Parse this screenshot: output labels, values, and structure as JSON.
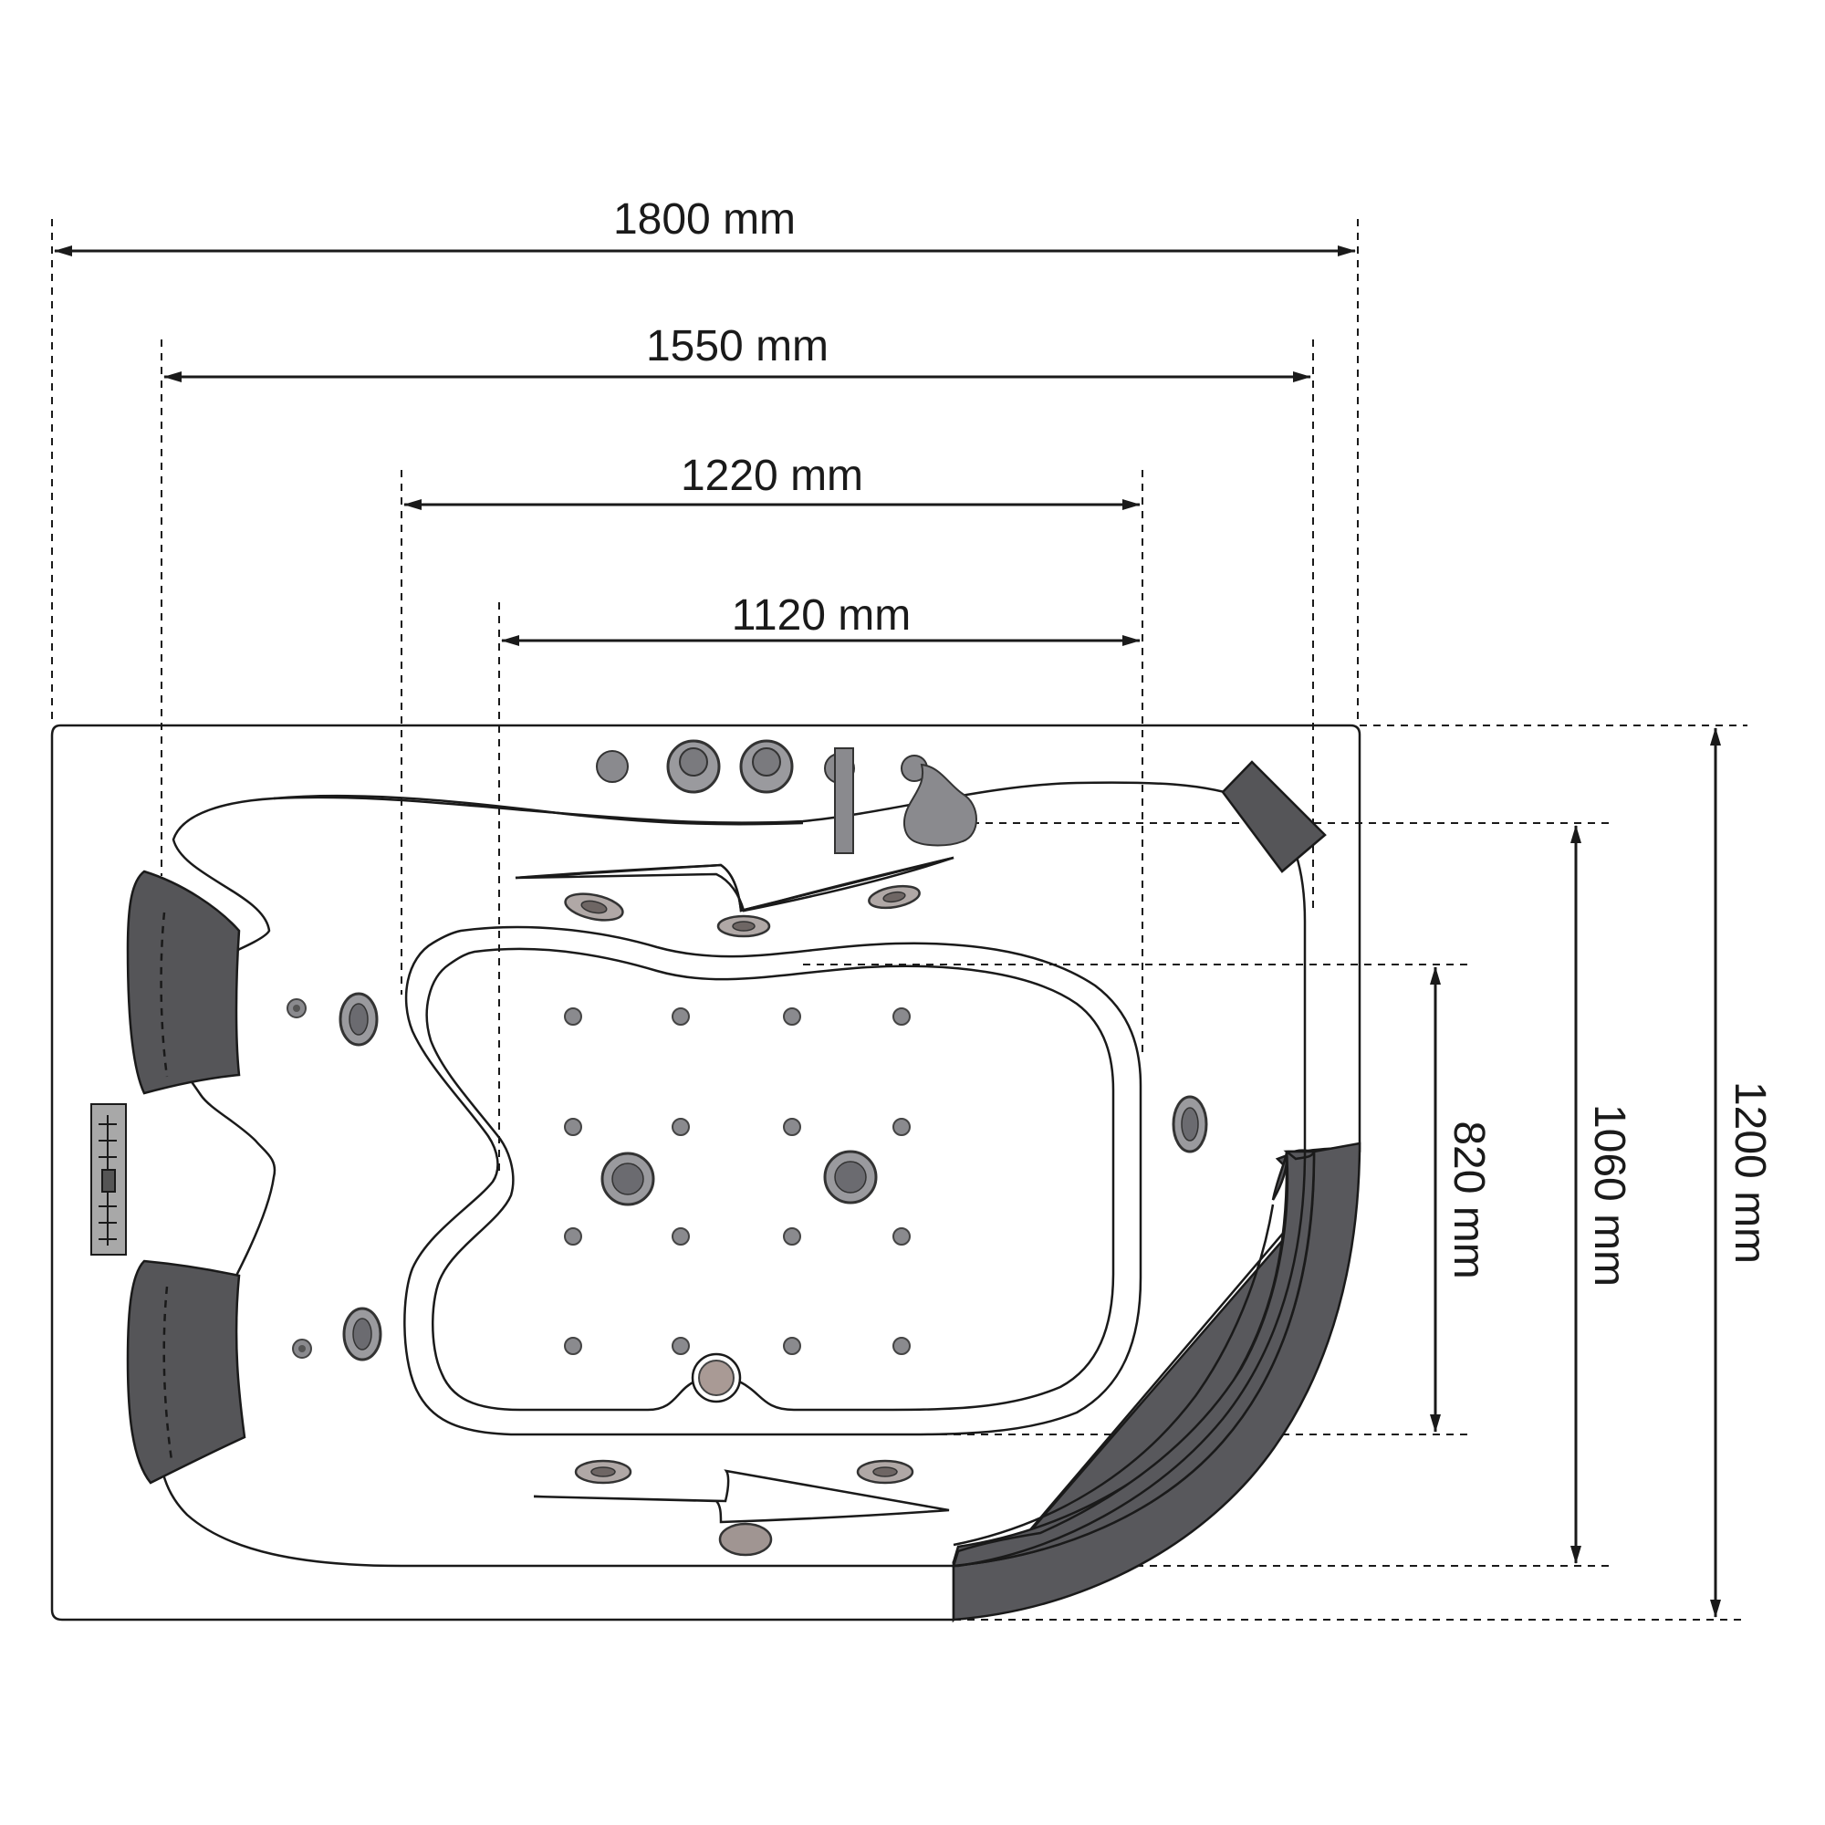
{
  "dimensions": {
    "width_overall": "1800 mm",
    "width_1550": "1550 mm",
    "width_1220": "1220 mm",
    "width_1120": "1120 mm",
    "depth_820": "820 mm",
    "depth_1060": "1060 mm",
    "depth_1200": "1200 mm"
  },
  "colors": {
    "line": "#1a1a1a",
    "pillow": "#555558",
    "jet": "#8a8a8e",
    "skirt": "#58585c"
  }
}
